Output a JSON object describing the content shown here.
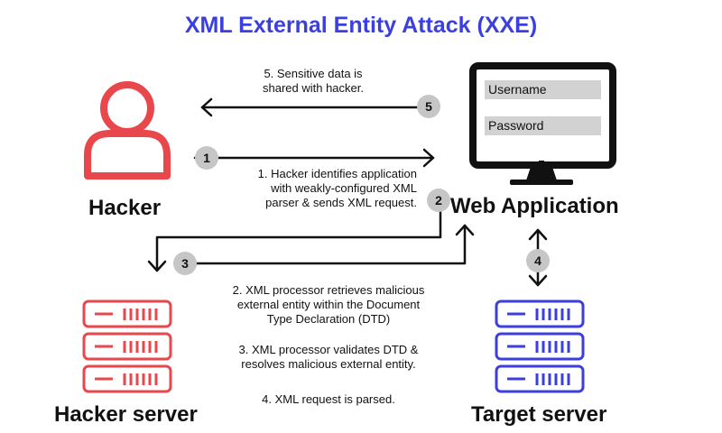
{
  "title": "XML External Entity Attack (XXE)",
  "colors": {
    "title": "#3b3fe0",
    "hacker": "#e8474c",
    "server_hacker": "#e8474c",
    "server_target": "#3b3fe0",
    "arrow": "#111111",
    "badge": "#c6c6c6"
  },
  "nodes": {
    "hacker": {
      "label": "Hacker",
      "icon": "user-icon"
    },
    "web_app": {
      "label": "Web Application",
      "icon": "monitor-icon",
      "username_field": "Username",
      "password_field": "Password"
    },
    "hacker_server": {
      "label": "Hacker server",
      "icon": "server-icon"
    },
    "target_server": {
      "label": "Target server",
      "icon": "server-icon"
    }
  },
  "steps": {
    "step1": {
      "badge": "1",
      "text": [
        "1. Hacker identifies application",
        "with weakly-configured XML",
        "parser & sends XML request."
      ]
    },
    "step2": {
      "badge": "2",
      "text": [
        "2. XML processor retrieves malicious",
        "external entity within the Document",
        "Type Declaration (DTD)"
      ]
    },
    "step3": {
      "badge": "3",
      "text": [
        "3. XML processor validates DTD &",
        "resolves malicious external entity."
      ]
    },
    "step4": {
      "badge": "4",
      "text": [
        "4. XML request is parsed."
      ]
    },
    "step5": {
      "badge": "5",
      "text": [
        "5. Sensitive data is",
        "shared with hacker."
      ]
    }
  }
}
